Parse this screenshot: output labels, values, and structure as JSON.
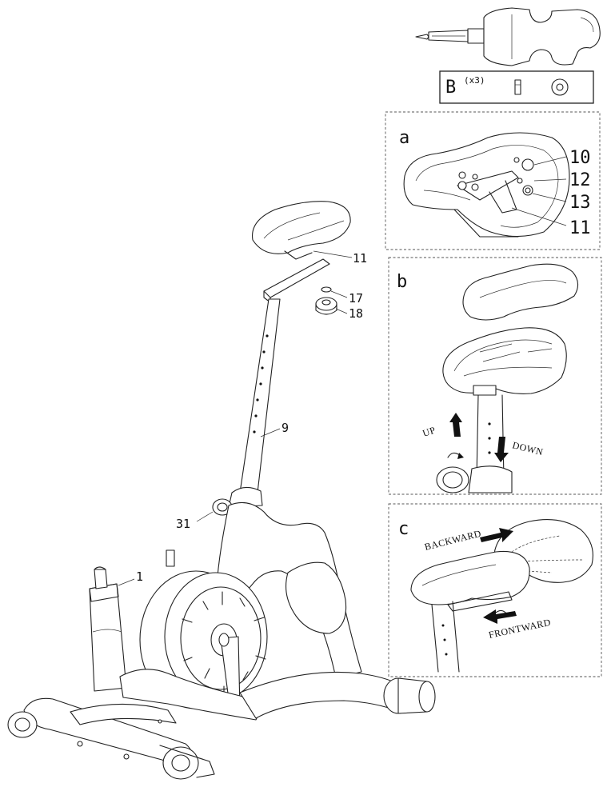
{
  "tool_box": {
    "label": "B",
    "quantity": "(x3)"
  },
  "detail_a": {
    "letter": "a",
    "parts": [
      "10",
      "12",
      "13",
      "11"
    ]
  },
  "detail_b": {
    "letter": "b",
    "up_label": "UP",
    "down_label": "DOWN"
  },
  "detail_c": {
    "letter": "c",
    "backward_label": "BACKWARD",
    "forward_label": "FRONTWARD"
  },
  "main_parts": {
    "seat_slider": "11",
    "washer": "17",
    "knob": "18",
    "seat_post": "9",
    "pop_pin": "31",
    "handlebar_post": "1"
  }
}
